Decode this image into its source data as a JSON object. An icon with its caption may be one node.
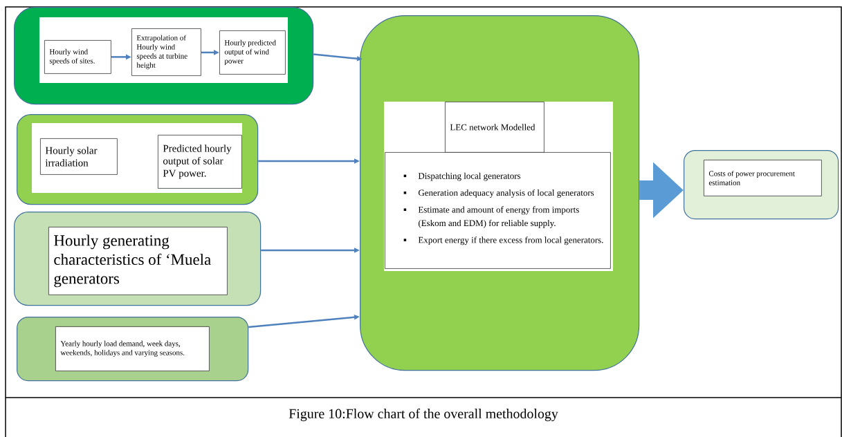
{
  "diagram": {
    "caption": "Figure 10:Flow chart of the overall methodology",
    "nodes": [
      {
        "text": [],
        "shape": "box"
      },
      {
        "text": [
          "Hourly wind speeds of sites."
        ],
        "in": 0
      },
      {
        "text": [
          "Extrapolation of Hourly wind speeds at turbine height"
        ],
        "in": 0
      },
      {
        "text": [
          "Hourly predicted output of wind power"
        ],
        "in": 0
      },
      {
        "text": [],
        "shape": "box"
      },
      {
        "text": [
          "Hourly solar irradiation"
        ],
        "in": 4
      },
      {
        "text": [
          "Predicted hourly output of solar PV power."
        ],
        "in": 4
      },
      {
        "text": [],
        "shape": "box"
      },
      {
        "text": [
          "Hourly generating characteristics of ‘Muela generators"
        ],
        "in": 7
      },
      {
        "text": [],
        "shape": "box"
      },
      {
        "text": [
          "Yearly hourly load demand, week days, weekends, holidays and varying seasons."
        ],
        "in": 9
      },
      {
        "text": [],
        "shape": "box"
      },
      {
        "text": [
          "LEC network Modelled"
        ],
        "in": 11
      },
      {
        "text": [
          "Dispatching local generators",
          "Generation adequacy analysis of local generators",
          "Estimate and amount of energy from imports (Eskom and EDM) for reliable supply.",
          "Export energy if there excess from local generators."
        ],
        "in": 11
      },
      {
        "text": [],
        "shape": "box"
      },
      {
        "text": [
          "Costs of power procurement estimation"
        ],
        "in": 14
      }
    ],
    "edges": [
      {
        "from": 1,
        "to": 2,
        "arrow": "to"
      },
      {
        "from": 2,
        "to": 3,
        "arrow": "to"
      },
      {
        "from": 0,
        "to": 11,
        "arrow": "to"
      },
      {
        "from": 4,
        "to": 11,
        "arrow": "to"
      },
      {
        "from": 7,
        "to": 11,
        "arrow": "to"
      },
      {
        "from": 9,
        "to": 11,
        "arrow": "to"
      },
      {
        "from": 11,
        "to": 14,
        "arrow": "to",
        "style": "thick"
      }
    ]
  }
}
